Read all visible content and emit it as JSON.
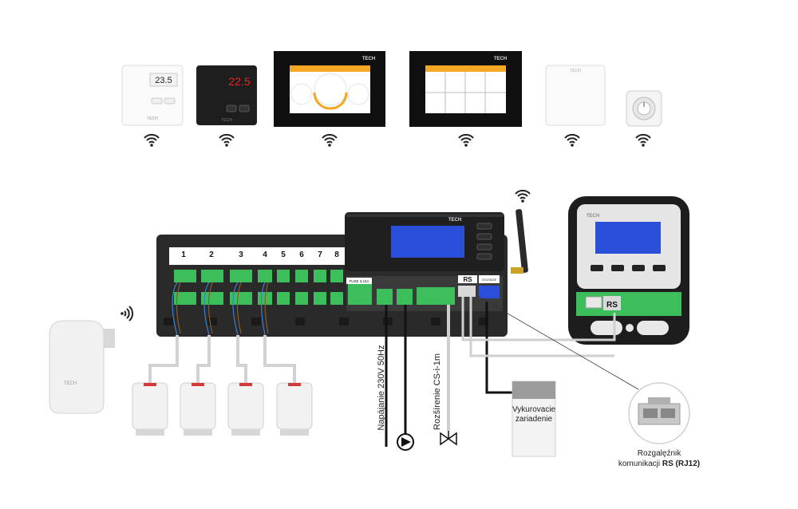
{
  "devices_top": {
    "thermostat_1_display": "23.5",
    "thermostat_1_brand": "TECH",
    "thermostat_2_display": "22.5",
    "thermostat_2_brand": "TECH",
    "panel_1_brand": "TECH",
    "panel_2_brand": "TECH",
    "sensor_brand": "TECH"
  },
  "controller": {
    "brand": "TECH",
    "zone_numbers": [
      "1",
      "2",
      "3",
      "4",
      "5",
      "6",
      "7",
      "8"
    ],
    "fuse_label": "FUSE 3,15A",
    "rs_label": "RS",
    "terminal_label": "VOLTAGE"
  },
  "wifi_module": {
    "brand": "TECH",
    "rs_label": "RS"
  },
  "actuator_brand": "TECH",
  "labels": {
    "power": "Napájanie 230V 50Hz",
    "extension": "Rozšírenie CS-i-1m",
    "heating_device_line1": "Vykurovacie",
    "heating_device_line2": "zariadenie",
    "splitter_line1": "Rozgalęźnik",
    "splitter_line2_prefix": "komunikacji ",
    "splitter_line2_bold": "RS (RJ12)"
  },
  "colors": {
    "orange": "#f5a623",
    "lcd_blue": "#2b4fd8",
    "green": "#3cbf5a",
    "body_dark": "#2a2a2a",
    "cable_blue": "#3a7fd0",
    "cable_brown": "#8b5a2b"
  }
}
